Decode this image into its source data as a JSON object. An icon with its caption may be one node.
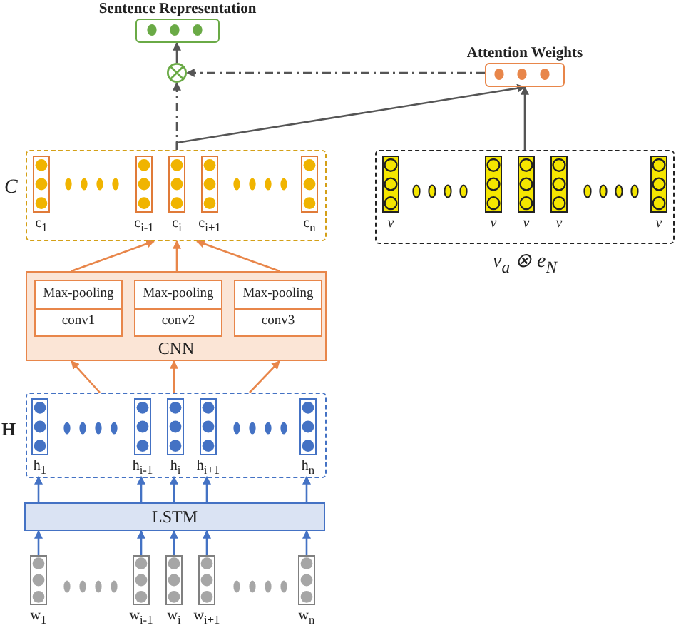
{
  "diagram": {
    "nodes": [
      {
        "text": [
          "Sentence Representation"
        ]
      },
      {
        "text": [
          "Attention Weights"
        ]
      },
      {
        "text": [],
        "shape": "circle"
      },
      {
        "text": [
          "C"
        ]
      },
      {
        "text": [],
        "shape": "box",
        "beside": [
          "c$_{1}$"
        ],
        "in": 3
      },
      {
        "text": [],
        "shape": "box",
        "beside": [
          "c$_{i-1}$"
        ],
        "in": 3
      },
      {
        "text": [],
        "shape": "box",
        "beside": [
          "c$_{i}$"
        ],
        "in": 3
      },
      {
        "text": [],
        "shape": "box",
        "beside": [
          "c$_{i+1}$"
        ],
        "in": 3
      },
      {
        "text": [],
        "shape": "box",
        "beside": [
          "c$_{n}$"
        ],
        "in": 3
      },
      {
        "text": [
          "v$_{a}$ ⊗ e$_{N}$"
        ]
      },
      {
        "text": [],
        "shape": "box",
        "beside": [
          "v"
        ],
        "in": 9
      },
      {
        "text": [],
        "shape": "box",
        "beside": [
          "v"
        ],
        "in": 9
      },
      {
        "text": [],
        "shape": "box",
        "beside": [
          "v"
        ],
        "in": 9
      },
      {
        "text": [],
        "shape": "box",
        "beside": [
          "v"
        ],
        "in": 9
      },
      {
        "text": [],
        "shape": "box",
        "beside": [
          "v"
        ],
        "in": 9
      },
      {
        "text": [
          "CNN"
        ]
      },
      {
        "text": [
          "Max-pooling",
          "conv1"
        ],
        "in": 15
      },
      {
        "text": [
          "Max-pooling",
          "conv2"
        ],
        "in": 15
      },
      {
        "text": [
          "Max-pooling",
          "conv3"
        ],
        "in": 15
      },
      {
        "text": [
          "H"
        ]
      },
      {
        "text": [],
        "shape": "box",
        "beside": [
          "h$_{1}$"
        ],
        "in": 19
      },
      {
        "text": [],
        "shape": "box",
        "beside": [
          "h$_{i-1}$"
        ],
        "in": 19
      },
      {
        "text": [],
        "shape": "box",
        "beside": [
          "h$_{i}$"
        ],
        "in": 19
      },
      {
        "text": [],
        "shape": "box",
        "beside": [
          "h$_{i+1}$"
        ],
        "in": 19
      },
      {
        "text": [],
        "shape": "box",
        "beside": [
          "h$_{n}$"
        ],
        "in": 19
      },
      {
        "text": [
          "LSTM"
        ]
      },
      {
        "text": [],
        "shape": "box",
        "beside": [
          "w$_{1}$"
        ]
      },
      {
        "text": [],
        "shape": "box",
        "beside": [
          "w$_{i-1}$"
        ]
      },
      {
        "text": [],
        "shape": "box",
        "beside": [
          "w$_{i}$"
        ]
      },
      {
        "text": [],
        "shape": "box",
        "beside": [
          "w$_{i+1}$"
        ]
      },
      {
        "text": [],
        "shape": "box",
        "beside": [
          "w$_{n}$"
        ]
      }
    ],
    "edges": [
      {
        "from": 2,
        "to": 0,
        "arrow": "to",
        "color": "#555555"
      },
      {
        "from": 1,
        "to": 2,
        "arrow": "to",
        "style": "dashed",
        "color": "#555555"
      },
      {
        "from": 3,
        "to": 2,
        "arrow": "to",
        "style": "dashed",
        "color": "#555555"
      },
      {
        "from": 3,
        "to": 1,
        "arrow": "to",
        "color": "#555555"
      },
      {
        "from": 9,
        "to": 1,
        "arrow": "to",
        "color": "#555555"
      },
      {
        "from": 15,
        "to": 3,
        "arrow": "to",
        "color": "#e8864a"
      },
      {
        "from": 15,
        "to": 3,
        "arrow": "to",
        "color": "#e8864a"
      },
      {
        "from": 15,
        "to": 3,
        "arrow": "to",
        "color": "#e8864a"
      },
      {
        "from": 19,
        "to": 15,
        "arrow": "to",
        "color": "#e8864a"
      },
      {
        "from": 19,
        "to": 15,
        "arrow": "to",
        "color": "#e8864a"
      },
      {
        "from": 19,
        "to": 15,
        "arrow": "to",
        "color": "#e8864a"
      },
      {
        "from": 25,
        "to": 20,
        "arrow": "to"
      },
      {
        "from": 25,
        "to": 21,
        "arrow": "to"
      },
      {
        "from": 25,
        "to": 22,
        "arrow": "to"
      },
      {
        "from": 25,
        "to": 23,
        "arrow": "to"
      },
      {
        "from": 25,
        "to": 24,
        "arrow": "to"
      },
      {
        "from": 26,
        "to": 25,
        "arrow": "to"
      },
      {
        "from": 27,
        "to": 25,
        "arrow": "to"
      },
      {
        "from": 28,
        "to": 25,
        "arrow": "to"
      },
      {
        "from": 29,
        "to": 25,
        "arrow": "to"
      },
      {
        "from": 30,
        "to": 25,
        "arrow": "to"
      }
    ]
  }
}
